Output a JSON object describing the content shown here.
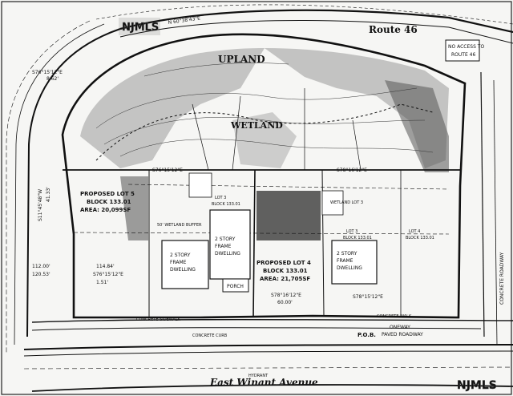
{
  "road_top": "Route 46",
  "no_access": [
    "NO ACCESS TO",
    "ROUTE 46"
  ],
  "upland": "UPLAND",
  "wetland": "WETLAND",
  "street": "East Winant Avenue",
  "watermark": "NJMLS",
  "lot_left": [
    "PROPOSED LOT 5",
    "BLOCK 133.01",
    "AREA: 20,099SF"
  ],
  "lot_center": [
    "PROPOSED LOT 4",
    "BLOCK 133.01",
    "AREA: 21,705SF"
  ],
  "lot3": [
    "LOT 3",
    "BLOCK 133.01"
  ],
  "lot_n3": [
    "LOT 3",
    "BLOCK 133.01"
  ],
  "lot_n4": [
    "LOT 4",
    "BLOCK 133.01"
  ],
  "wetland_lot": [
    "WETLAND LOT 3"
  ],
  "dwelling_left": [
    "2 STORY",
    "FRAME",
    "DWELLING"
  ],
  "dwelling_center": [
    "2 STORY",
    "FRAME",
    "DWELLING"
  ],
  "dwelling_right": [
    "2 STORY",
    "FRAME",
    "DWELLING"
  ],
  "porch": "PORCH",
  "concrete_sidewalk": "CONCRETE SIDEWALK",
  "concrete_curb": "CONCRETE CURB",
  "concrete_walk": "CONCRETE WALK",
  "pob": "P.O.B.",
  "oneway": [
    "ONEWAY",
    "PAVED ROADWAY"
  ],
  "concrete_roadway": "CONCRETE ROADWAY",
  "hydrant": "HYDRANT",
  "buffer": "50' WETLAND BUFFER",
  "bearings": {
    "b1": "S76°15'12\"E",
    "b2": "8.62'",
    "b3": "S76°15'12\"E",
    "b4": "S78°16'12\"E",
    "b5": "S78°16'12\"E",
    "b6": "60.00'",
    "b7": "S11°45'48\"W",
    "b8": "41.33'",
    "b9": "114.84'",
    "b10": "S76°15'12\"E",
    "b11": "1.51'",
    "b12": "112.00'",
    "b13": "120.53'",
    "b14": "S78°15'12\"E",
    "b15": "N 60°38'43\"E"
  }
}
